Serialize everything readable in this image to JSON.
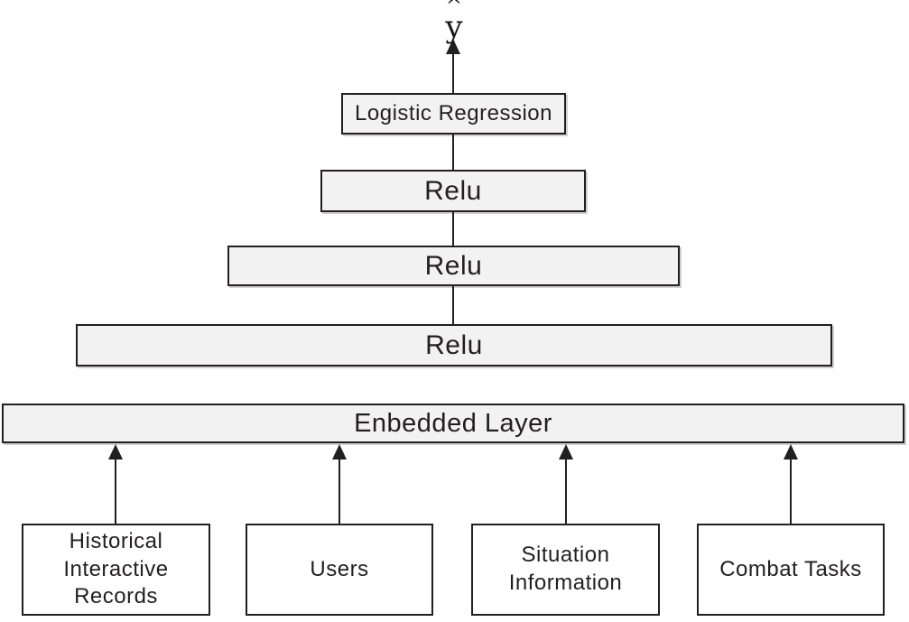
{
  "figure": {
    "output": {
      "hat": "^",
      "base": "y"
    },
    "layers": [
      {
        "label": "Logistic Regression"
      },
      {
        "label": "Relu"
      },
      {
        "label": "Relu"
      },
      {
        "label": "Relu"
      },
      {
        "label": "Enbedded Layer"
      }
    ],
    "inputs": [
      {
        "label": "Historical Interactive Records"
      },
      {
        "label": "Users"
      },
      {
        "label": "Situation Information"
      },
      {
        "label": "Combat Tasks"
      }
    ],
    "colors": {
      "layer_fill": "#f2f2f2",
      "input_fill": "#ffffff",
      "stroke": "#231f20",
      "background": "#ffffff"
    }
  }
}
